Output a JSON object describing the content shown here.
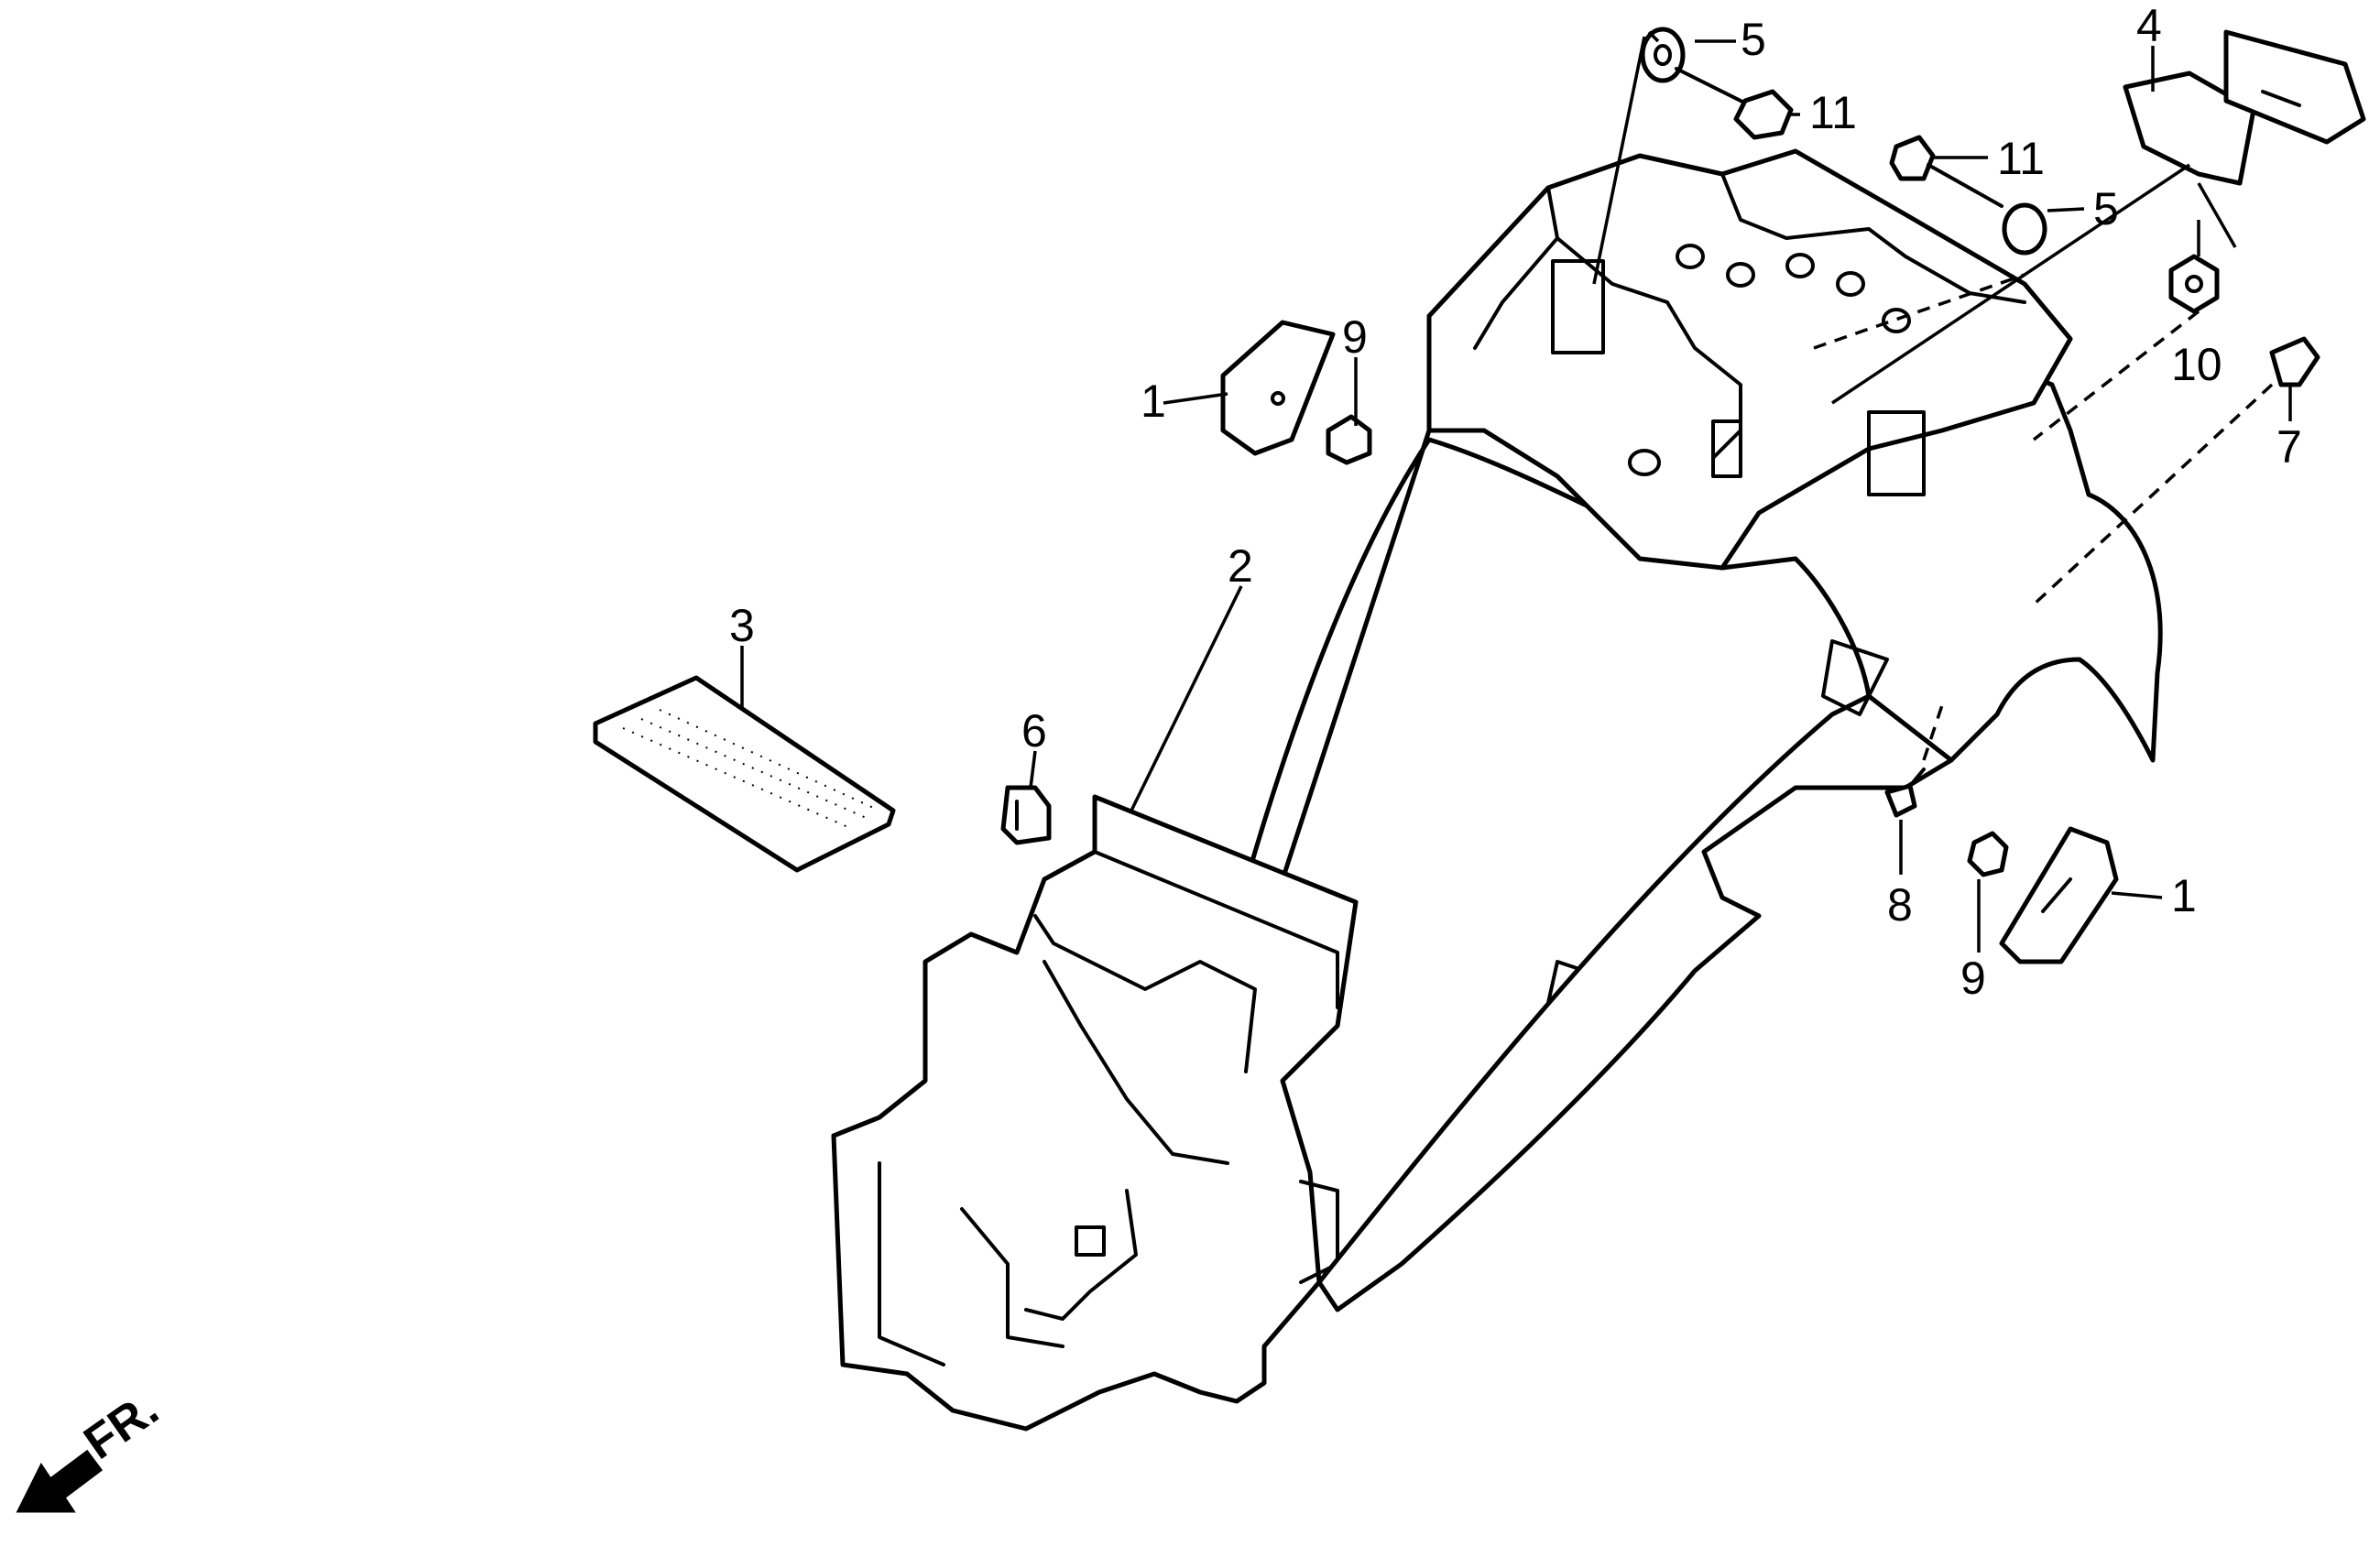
{
  "callouts": {
    "c1_left": "1",
    "c1_right": "1",
    "c2": "2",
    "c3": "3",
    "c4": "4",
    "c5_top": "5",
    "c5_mid": "5",
    "c6": "6",
    "c7": "7",
    "c8": "8",
    "c9_left": "9",
    "c9_right": "9",
    "c10": "10",
    "c11_top": "11",
    "c11_mid": "11"
  },
  "direction": {
    "label": "FR.",
    "icon": "front-direction-arrow-icon"
  },
  "colors": {
    "line": "#000000",
    "background": "#ffffff"
  }
}
